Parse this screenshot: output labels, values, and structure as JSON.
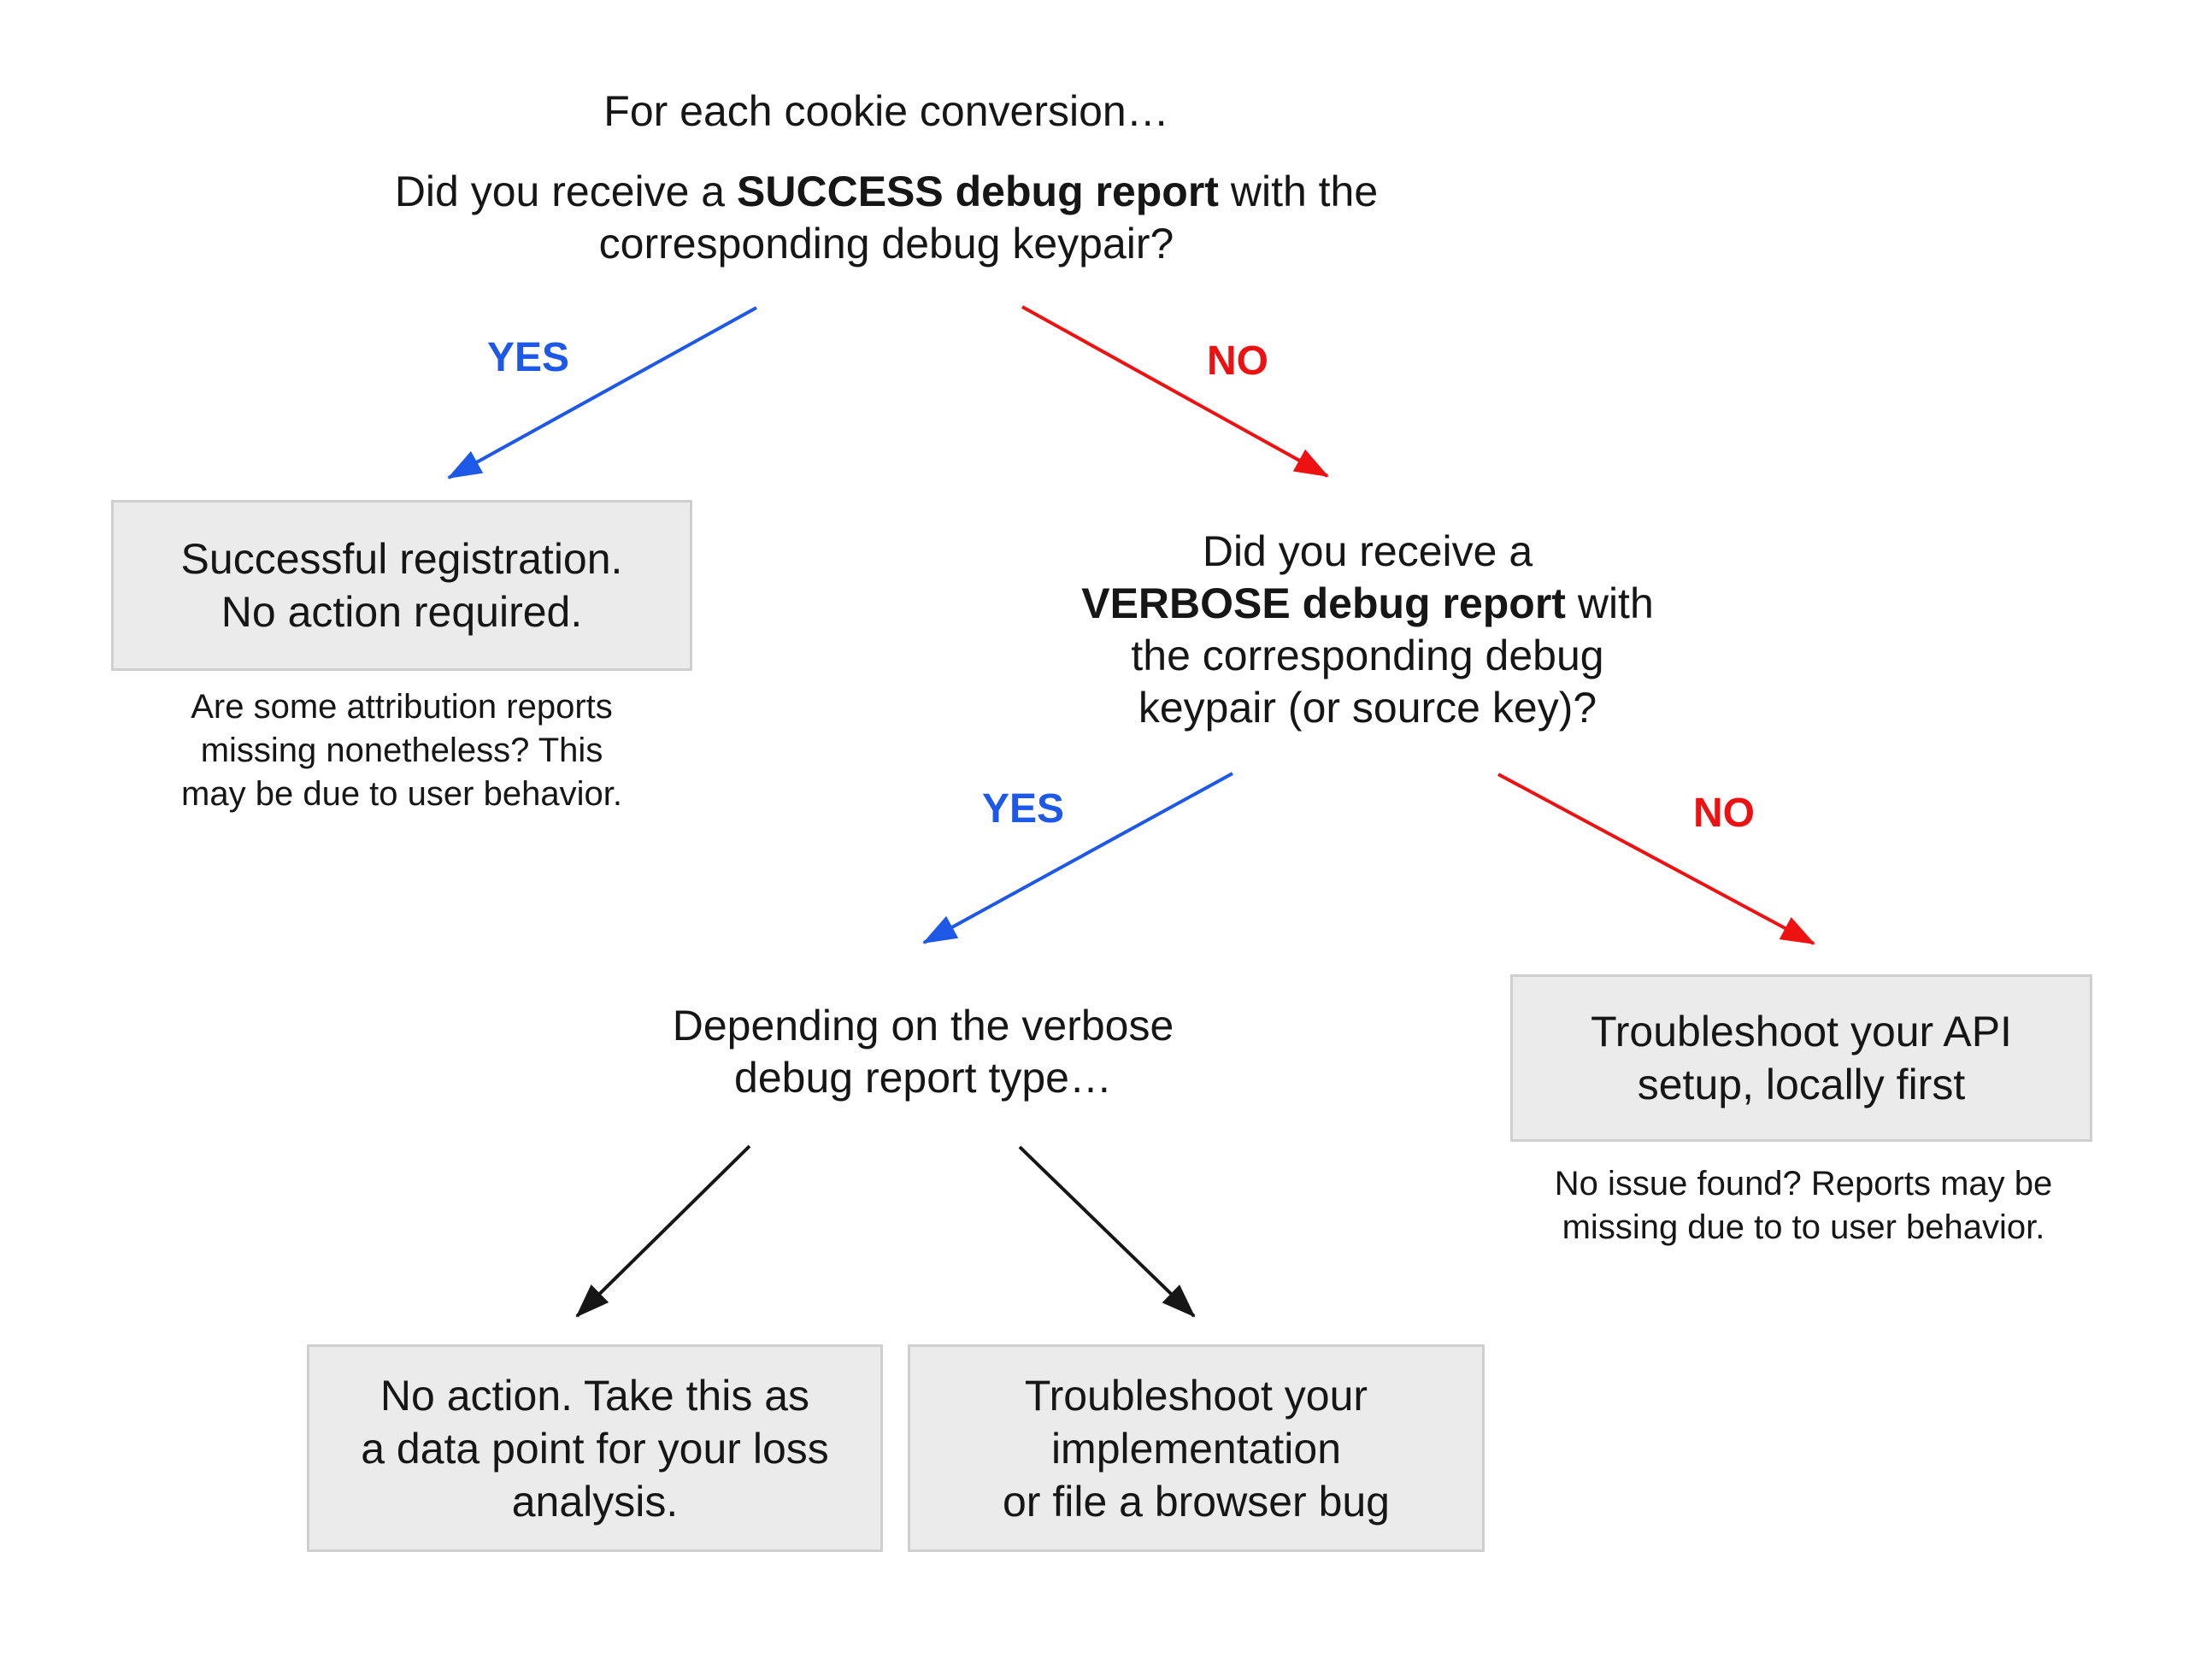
{
  "colors": {
    "yes_arrow_blue": "#1d58e6",
    "no_arrow_red": "#ee1111",
    "neutral_arrow_black": "#161616",
    "box_background": "#ebebeb",
    "box_border": "#cfcfcf",
    "text": "#161616"
  },
  "title": "For each cookie conversion…",
  "question_success": {
    "line1_prefix": "Did you receive a ",
    "line1_bold": "SUCCESS debug report",
    "line1_suffix": " with the",
    "line2": "corresponding debug keypair?"
  },
  "branch_success": {
    "yes": "YES",
    "no": "NO"
  },
  "box_success": {
    "lines": [
      "Successful registration.",
      "No action required."
    ]
  },
  "note_success": {
    "lines": [
      "Are some attribution reports",
      "missing nonetheless? This",
      "may be due to user behavior."
    ]
  },
  "question_verbose": {
    "line1": "Did you receive a",
    "line2_bold": "VERBOSE debug report",
    "line2_suffix": " with",
    "line3": "the corresponding debug",
    "line4": "keypair (or source key)?"
  },
  "branch_verbose": {
    "yes": "YES",
    "no": "NO"
  },
  "depending": {
    "lines": [
      "Depending on the verbose",
      "debug report type…"
    ]
  },
  "box_api": {
    "lines": [
      "Troubleshoot your API",
      "setup, locally first"
    ]
  },
  "note_api": {
    "lines": [
      "No issue found? Reports may be",
      "missing due to to user behavior."
    ]
  },
  "box_no_action": {
    "lines": [
      "No action. Take this as",
      "a data point for your loss",
      "analysis."
    ]
  },
  "box_implementation": {
    "lines": [
      "Troubleshoot your",
      "implementation",
      "or file a browser bug"
    ]
  }
}
